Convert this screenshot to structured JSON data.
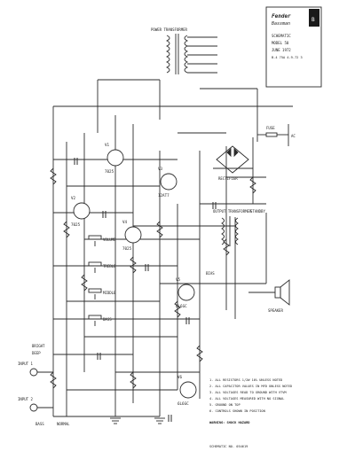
{
  "title_block": {
    "brand": "Fender",
    "model": "Bassman",
    "revision": "B",
    "lines": [
      "SCHEMATIC",
      "MODEL 50",
      "JUNE 1972",
      "B-4 75A 4-9-72 3"
    ]
  },
  "notes": {
    "lines": [
      "1. ALL RESISTORS 1/2W 10% UNLESS NOTED",
      "2. ALL CAPACITOR VALUES IN MFD UNLESS NOTED",
      "3. ALL VOLTAGES READ TO GROUND WITH VTVM",
      "4. ALL VOLTAGES MEASURED WITH NO SIGNAL",
      "5. GROUND ON TOP",
      "6. CONTROLS SHOWN IN POSITION"
    ],
    "warning": "WARNING: SHOCK HAZARD",
    "footer": "SCHEMATIC NO. 054619"
  },
  "tubes": [
    {
      "label": "V1",
      "type": "7025"
    },
    {
      "label": "V2",
      "type": "7025"
    },
    {
      "label": "V3",
      "type": "12AT7"
    },
    {
      "label": "V4",
      "type": "7025"
    },
    {
      "label": "V5",
      "type": "6L6GC"
    },
    {
      "label": "V6",
      "type": "6L6GC"
    }
  ],
  "labels": {
    "power_transformer": "POWER TRANSFORMER",
    "output_transformer": "OUTPUT TRANSFORMER",
    "speaker": "SPEAKER",
    "rectifier": "RECTIFIER",
    "bass": "BASS",
    "treble": "TREBLE",
    "middle": "MIDDLE",
    "volume": "VOLUME",
    "input_1": "INPUT 1",
    "input_2": "INPUT 2",
    "fuse": "FUSE",
    "ac": "AC",
    "standby": "STANDBY",
    "bias": "BIAS",
    "deep": "DEEP",
    "bright": "BRIGHT",
    "normal": "NORMAL",
    "bass_channel": "BASS",
    "ground": "GND"
  },
  "colors": {
    "ink": "#2b2b2b",
    "paper": "#ffffff",
    "title_bar": "#1a1a1a"
  }
}
